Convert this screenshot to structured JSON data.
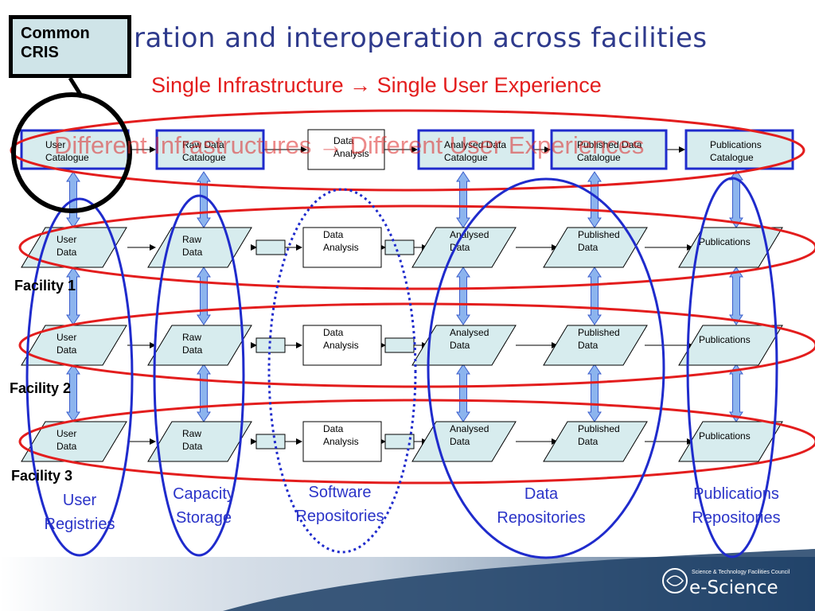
{
  "title": "ration and interoperation across facilities",
  "subtitle": "Single Infrastructure →  Single User Experience",
  "subtitle_faint": "Different Infrastructures →  Different User Experiences",
  "callout": {
    "line1": "Common",
    "line2": "CRIS"
  },
  "catalogues": [
    {
      "line1": "User",
      "line2": "Catalogue"
    },
    {
      "line1": "Raw Data",
      "line2": "Catalogue"
    },
    {
      "line1": "Data",
      "line2": "Analysis"
    },
    {
      "line1": "Analysed Data",
      "line2": "Catalogue"
    },
    {
      "line1": "Published Data",
      "line2": "Catalogue"
    },
    {
      "line1": "Publications",
      "line2": "Catalogue"
    }
  ],
  "facilities": [
    {
      "label": "Facility 1",
      "nodes": {
        "user": {
          "line1": "User",
          "line2": "Data"
        },
        "raw": {
          "line1": "Raw",
          "line2": "Data"
        },
        "analysis": {
          "line1": "Data",
          "line2": "Analysis"
        },
        "analysed": {
          "line1": "Analysed",
          "line2": "Data"
        },
        "published": {
          "line1": "Published",
          "line2": "Data"
        },
        "pubs": {
          "line1": "Publications",
          "line2": ""
        }
      }
    },
    {
      "label": "Facility 2",
      "nodes": {
        "user": {
          "line1": "User",
          "line2": "Data"
        },
        "raw": {
          "line1": "Raw",
          "line2": "Data"
        },
        "analysis": {
          "line1": "Data",
          "line2": "Analysis"
        },
        "analysed": {
          "line1": "Analysed",
          "line2": "Data"
        },
        "published": {
          "line1": "Published",
          "line2": "Data"
        },
        "pubs": {
          "line1": "Publications",
          "line2": ""
        }
      }
    },
    {
      "label": "Facility 3",
      "nodes": {
        "user": {
          "line1": "User",
          "line2": "Data"
        },
        "raw": {
          "line1": "Raw",
          "line2": "Data"
        },
        "analysis": {
          "line1": "Data",
          "line2": "Analysis"
        },
        "analysed": {
          "line1": "Analysed",
          "line2": "Data"
        },
        "published": {
          "line1": "Published",
          "line2": "Data"
        },
        "pubs": {
          "line1": "Publications",
          "line2": ""
        }
      }
    }
  ],
  "columns": [
    {
      "line1": "User",
      "line2": "Registries"
    },
    {
      "line1": "Capacity",
      "line2": "Storage"
    },
    {
      "line1": "Software",
      "line2": "Repositories"
    },
    {
      "line1": "Data",
      "line2": "Repositories"
    },
    {
      "line1": "Publications",
      "line2": "Repositories"
    }
  ],
  "logo": {
    "small": "Science & Technology Facilities Council",
    "big": "e-Science"
  },
  "colors": {
    "title": "#2e3a8c",
    "highlight": "#e31d1d",
    "column_ring": "#1f2bcc",
    "node_fill": "#d7ecee",
    "catalogue_border": "#1f2bcc",
    "arrow_fill": "#8cb4ee"
  }
}
